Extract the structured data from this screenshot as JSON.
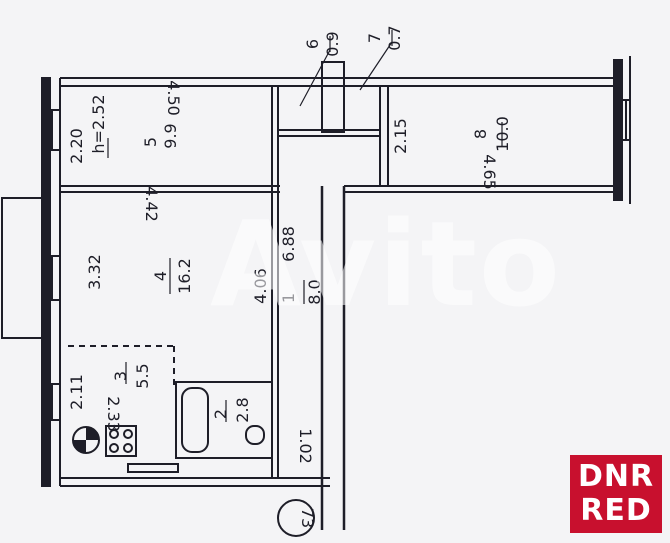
{
  "rooms": [
    {
      "number": "5",
      "area": "9.9"
    },
    {
      "number": "4",
      "area": "16.2"
    },
    {
      "number": "3",
      "area": "5.5"
    },
    {
      "number": "2",
      "area": "2.8"
    },
    {
      "number": "1",
      "area": "8.0"
    },
    {
      "number": "8",
      "area": "10.0"
    },
    {
      "number": "6",
      "area": "0.9"
    },
    {
      "number": "7",
      "area": "0.7"
    }
  ],
  "dimensions": {
    "room5_width": "2.20",
    "ceiling_height": "h=2.52",
    "room5_length": "4.50",
    "room4_length": "4.42",
    "room4_width": "3.32",
    "room1_length": "6.88",
    "room1_width": "4.06",
    "room3_width": "2.11",
    "room3_length": "2.33",
    "corridor_width": "1.02",
    "room8_width": "2.15",
    "room8_length": "4.65"
  },
  "building_mark": "73",
  "watermark": "Avito",
  "badge": {
    "line1": "DNR",
    "line2": "RED"
  },
  "colors": {
    "ink": "#1e1e28",
    "paper": "#f4f4f6",
    "badge": "#c8102e"
  }
}
